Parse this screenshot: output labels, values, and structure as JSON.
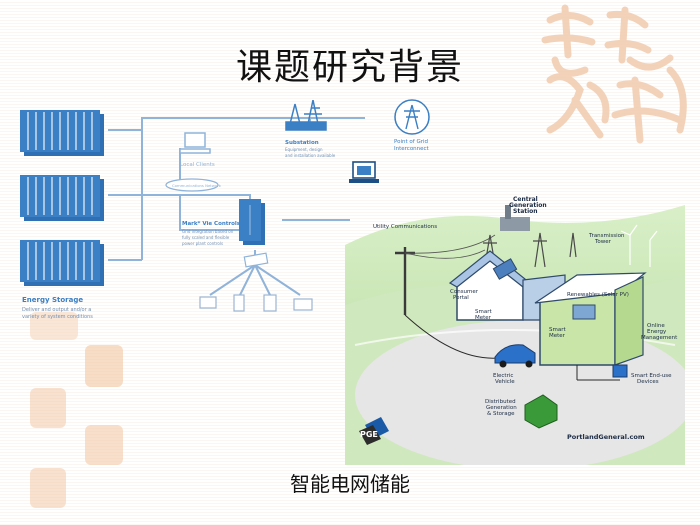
{
  "slide": {
    "title": "课题研究背景",
    "caption": "智能电网储能"
  },
  "left_diagram": {
    "substation_title": "Substation",
    "substation_desc_1": "Equipment, design",
    "substation_desc_2": "and installation available",
    "grid_point_1": "Point of Grid",
    "grid_point_2": "Interconnect",
    "local_clients": "Local Clients",
    "comm_network": "Communications Network",
    "controls_title": "Mark* Vie Controls",
    "controls_desc_1": "Grid integration based on",
    "controls_desc_2": "fully scaled and flexible",
    "controls_desc_3": "power plant controls",
    "energy_storage": "Energy Storage",
    "es_desc_1": "Deliver and output and/or a",
    "es_desc_2": "variety of system conditions"
  },
  "right_diagram": {
    "central_generation_1": "Central",
    "central_generation_2": "Generation",
    "central_generation_3": "Station",
    "utility_comms": "Utility Communications",
    "transmission_1": "Transmission",
    "transmission_2": "Tower",
    "consumer_portal_1": "Consumer",
    "consumer_portal_2": "Portal",
    "smart_meter_1a": "Smart",
    "smart_meter_1b": "Meter",
    "renewables": "Renewables (Solar PV)",
    "smart_meter_2a": "Smart",
    "smart_meter_2b": "Meter",
    "online_1": "Online",
    "online_2": "Energy",
    "online_3": "Management",
    "ev_1": "Electric",
    "ev_2": "Vehicle",
    "smart_devices_1": "Smart End-use",
    "smart_devices_2": "Devices",
    "distributed_1": "Distributed",
    "distributed_2": "Generation",
    "distributed_3": "& Storage",
    "pge_logo": "PGE",
    "website": "PortlandGeneral.com"
  },
  "colors": {
    "diagram_blue": "#3b7fc4",
    "line_blue": "#8fb3d9",
    "house_blue": "#a9c4e4",
    "house_green": "#c9e6a8",
    "seal_orange": "#f3c9a8",
    "grass_green": "#bfe1a6"
  }
}
